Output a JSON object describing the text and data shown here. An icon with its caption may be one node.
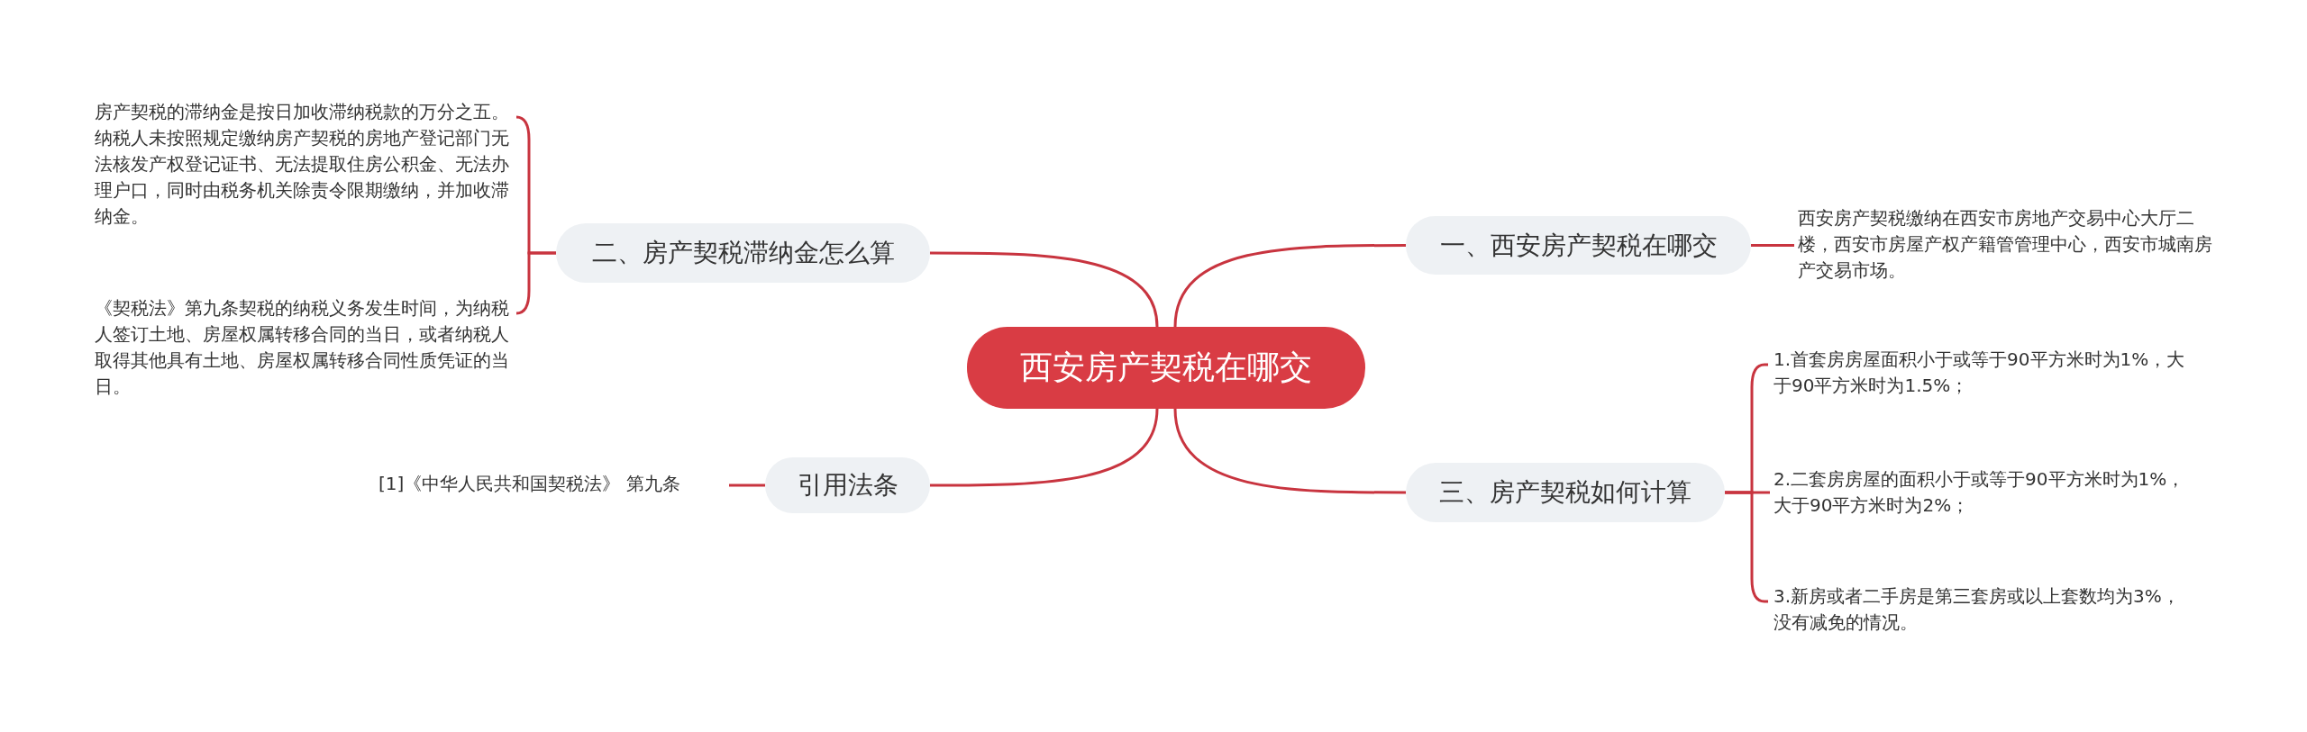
{
  "diagram": {
    "nodes": [
      {
        "text": [
          "西安房产契税在哪交"
        ]
      },
      {
        "text": [
          "一、西安房产契税在哪交"
        ]
      },
      {
        "text": [
          "西安房产契税缴纳在西安市房地产交易中心大厅二楼，西安市房屋产权产籍管管理中心，西安市城南房产交易市场。"
        ]
      },
      {
        "text": [
          "三、房产契税如何计算"
        ]
      },
      {
        "text": [
          "1.首套房房屋面积小于或等于90平方米时为1%，大于90平方米时为1.5%；"
        ]
      },
      {
        "text": [
          "2.二套房房屋的面积小于或等于90平方米时为1%，大于90平方米时为2%；"
        ]
      },
      {
        "text": [
          "3.新房或者二手房是第三套房或以上套数均为3%，没有减免的情况。"
        ]
      },
      {
        "text": [
          "二、房产契税滞纳金怎么算"
        ]
      },
      {
        "text": [
          "房产契税的滞纳金是按日加收滞纳税款的万分之五。纳税人未按照规定缴纳房产契税的房地产登记部门无法核发产权登记证书、无法提取住房公积金、无法办理户口，同时由税务机关除责令限期缴纳，并加收滞纳金。"
        ]
      },
      {
        "text": [
          "《契税法》第九条契税的纳税义务发生时间，为纳税人签订土地、房屋权属转移合同的当日，或者纳税人取得其他具有土地、房屋权属转移合同性质凭证的当日。"
        ]
      },
      {
        "text": [
          "引用法条"
        ]
      },
      {
        "text": [
          "[1]《中华人民共和国契税法》 第九条"
        ]
      }
    ],
    "edges": [
      {
        "from": 0,
        "to": 1,
        "arrow": "none"
      },
      {
        "from": 1,
        "to": 2,
        "arrow": "none"
      },
      {
        "from": 0,
        "to": 3,
        "arrow": "none"
      },
      {
        "from": 3,
        "to": 4,
        "arrow": "none"
      },
      {
        "from": 3,
        "to": 5,
        "arrow": "none"
      },
      {
        "from": 3,
        "to": 6,
        "arrow": "none"
      },
      {
        "from": 0,
        "to": 7,
        "arrow": "none"
      },
      {
        "from": 7,
        "to": 8,
        "arrow": "none"
      },
      {
        "from": 7,
        "to": 9,
        "arrow": "none"
      },
      {
        "from": 0,
        "to": 10,
        "arrow": "none"
      },
      {
        "from": 10,
        "to": 11,
        "arrow": "none"
      }
    ]
  }
}
